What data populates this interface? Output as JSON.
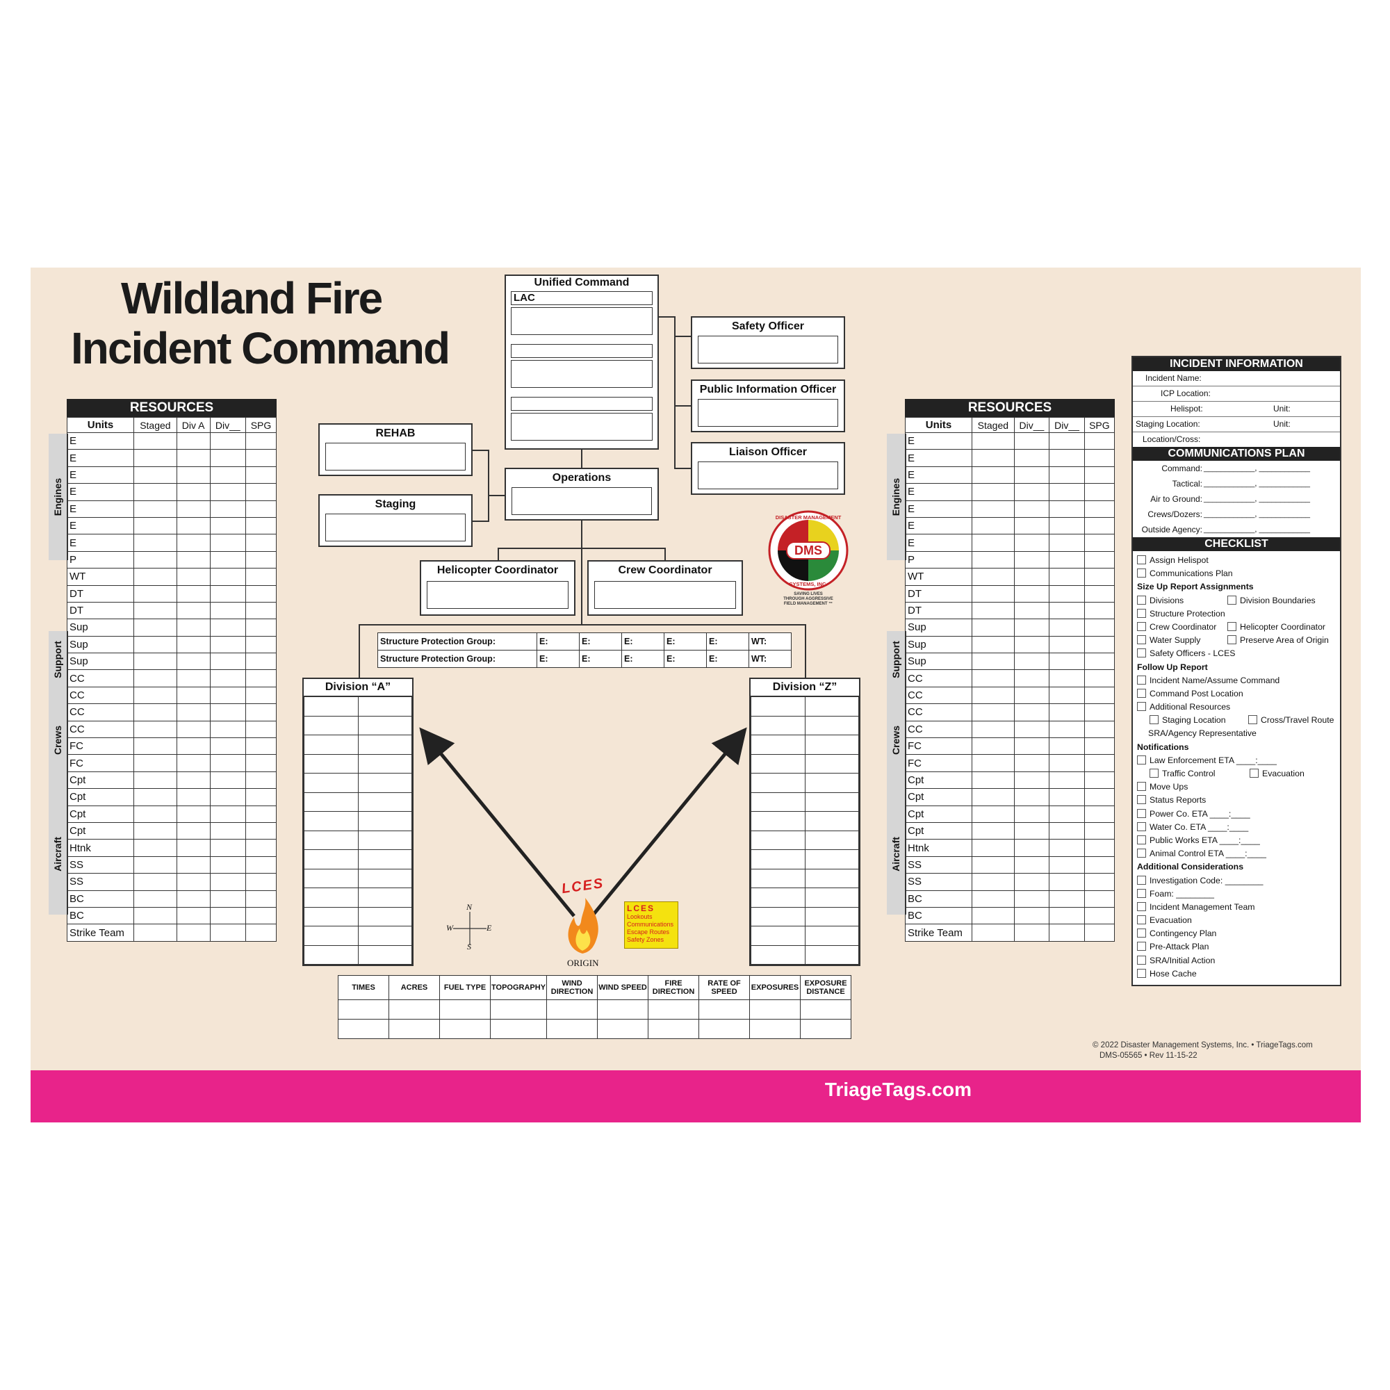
{
  "title_line1": "Wildland Fire",
  "title_line2": "Incident Command",
  "resources": {
    "heading": "RESOURCES",
    "columns_left": [
      "Units",
      "Staged",
      "Div A",
      "Div__",
      "SPG"
    ],
    "columns_right": [
      "Units",
      "Staged",
      "Div__",
      "Div__",
      "SPG"
    ],
    "units": [
      "E",
      "E",
      "E",
      "E",
      "E",
      "E",
      "E",
      "P",
      "WT",
      "DT",
      "DT",
      "Sup",
      "Sup",
      "Sup",
      "CC",
      "CC",
      "CC",
      "CC",
      "FC",
      "FC",
      "Cpt",
      "Cpt",
      "Cpt",
      "Cpt",
      "Htnk",
      "SS",
      "SS",
      "BC",
      "BC",
      "Strike Team"
    ],
    "groups": [
      "Engines",
      "Support",
      "Crews",
      "Aircraft"
    ]
  },
  "org": {
    "unified_command": "Unified Command",
    "lac": "LAC",
    "safety_officer": "Safety Officer",
    "public_information_officer": "Public Information Officer",
    "liaison_officer": "Liaison Officer",
    "rehab": "REHAB",
    "staging": "Staging",
    "operations": "Operations",
    "helicopter_coordinator": "Helicopter Coordinator",
    "crew_coordinator": "Crew Coordinator",
    "spg_label": "Structure Protection Group:",
    "spg_e": "E:",
    "spg_wt": "WT:",
    "division_a": "Division “A”",
    "division_z": "Division “Z”"
  },
  "logo": {
    "initials": "DMS",
    "ring_top": "DISASTER MANAGEMENT",
    "ring_bottom": "SYSTEMS, INC.",
    "tagline1": "SAVING LIVES",
    "tagline2": "THROUGH AGGRESSIVE",
    "tagline3": "FIELD MANAGEMENT ™"
  },
  "lces": {
    "arc": "LCES",
    "origin": "ORIGIN",
    "box_title": "LCES",
    "items": [
      "Lookouts",
      "Communications",
      "Escape Routes",
      "Safety Zones"
    ]
  },
  "compass": {
    "n": "N",
    "s": "S",
    "e": "E",
    "w": "W"
  },
  "bottom_table": [
    "TIMES",
    "ACRES",
    "FUEL TYPE",
    "TOPOGRAPHY",
    "WIND DIRECTION",
    "WIND SPEED",
    "FIRE DIRECTION",
    "RATE OF SPEED",
    "EXPOSURES",
    "EXPOSURE DISTANCE"
  ],
  "incident_info": {
    "heading": "INCIDENT INFORMATION",
    "incident_name": "Incident Name:",
    "icp_location": "ICP Location:",
    "helispot": "Helispot:",
    "unit": "Unit:",
    "staging_location": "Staging Location:",
    "location_cross": "Location/Cross:"
  },
  "comms": {
    "heading": "COMMUNICATIONS PLAN",
    "rows": [
      "Command:",
      "Tactical:",
      "Air to Ground:",
      "Crews/Dozers:",
      "Outside Agency:"
    ],
    "blank": "____________,  ____________"
  },
  "checklist": {
    "heading": "CHECKLIST",
    "assign_helispot": "Assign Helispot",
    "communications_plan": "Communications Plan",
    "size_up": "Size Up Report Assignments",
    "divisions": "Divisions",
    "division_boundaries": "Division Boundaries",
    "structure_protection": "Structure Protection",
    "crew_coordinator": "Crew Coordinator",
    "helicopter_coordinator": "Helicopter Coordinator",
    "water_supply": "Water Supply",
    "preserve_origin": "Preserve Area of Origin",
    "safety_officers": "Safety Officers - LCES",
    "follow_up": "Follow Up Report",
    "incident_name_assume": "Incident Name/Assume Command",
    "command_post": "Command Post Location",
    "additional_resources": "Additional Resources",
    "staging_location": "Staging Location",
    "cross_travel": "Cross/Travel Route",
    "sra_agency": "SRA/Agency Representative",
    "notifications": "Notifications",
    "law_enforcement": "Law Enforcement ETA ____:____",
    "traffic_control": "Traffic Control",
    "evacuation": "Evacuation",
    "move_ups": "Move Ups",
    "status_reports": "Status Reports",
    "power_co": "Power Co. ETA ____:____",
    "water_co": "Water Co. ETA ____:____",
    "public_works": "Public Works ETA ____:____",
    "animal_control": "Animal Control ETA ____:____",
    "additional_considerations": "Additional Considerations",
    "investigation_code": "Investigation Code: ________",
    "foam": "Foam: ________",
    "imt": "Incident Management Team",
    "evacuation2": "Evacuation",
    "contingency": "Contingency Plan",
    "pre_attack": "Pre-Attack Plan",
    "sra_initial": "SRA/Initial Action",
    "hose_cache": "Hose Cache"
  },
  "footer": {
    "copyright": "© 2022 Disaster Management Systems, Inc. • TriageTags.com",
    "doc_id": "DMS-05565 • Rev 11-15-22",
    "website": "TriageTags.com"
  },
  "colors": {
    "board": "#f4e6d6",
    "band": "#e8238a",
    "header": "#222222"
  }
}
